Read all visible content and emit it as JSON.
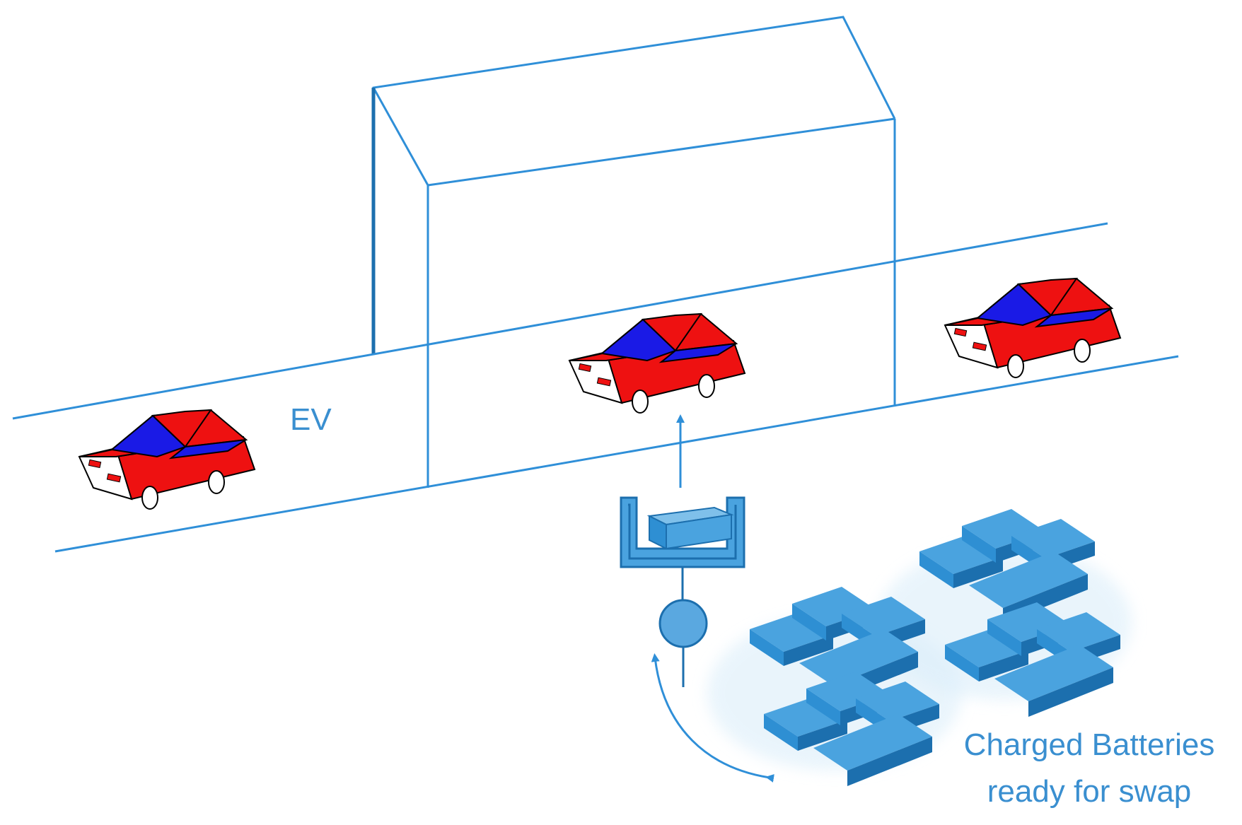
{
  "labels": {
    "ev": "EV",
    "batteries_line1": "Charged Batteries",
    "batteries_line2": "ready for swap"
  },
  "colors": {
    "line_blue": "#2f8fd8",
    "label_blue": "#3a8fd0",
    "battery_light": "#4aa3df",
    "battery_mid": "#2e8fd3",
    "battery_dark": "#1c6fae",
    "car_body": "#ee1111",
    "car_window": "#1a1ae6",
    "car_outline": "#000000",
    "car_light": "#ee1111",
    "wheel": "#ffffff"
  },
  "icons": {
    "car": "red-car-icon",
    "battery_holder": "battery-lift-icon",
    "motor": "motor-circle-icon",
    "battery_stack": "battery-stack-icon",
    "arrow": "arrow-icon"
  }
}
